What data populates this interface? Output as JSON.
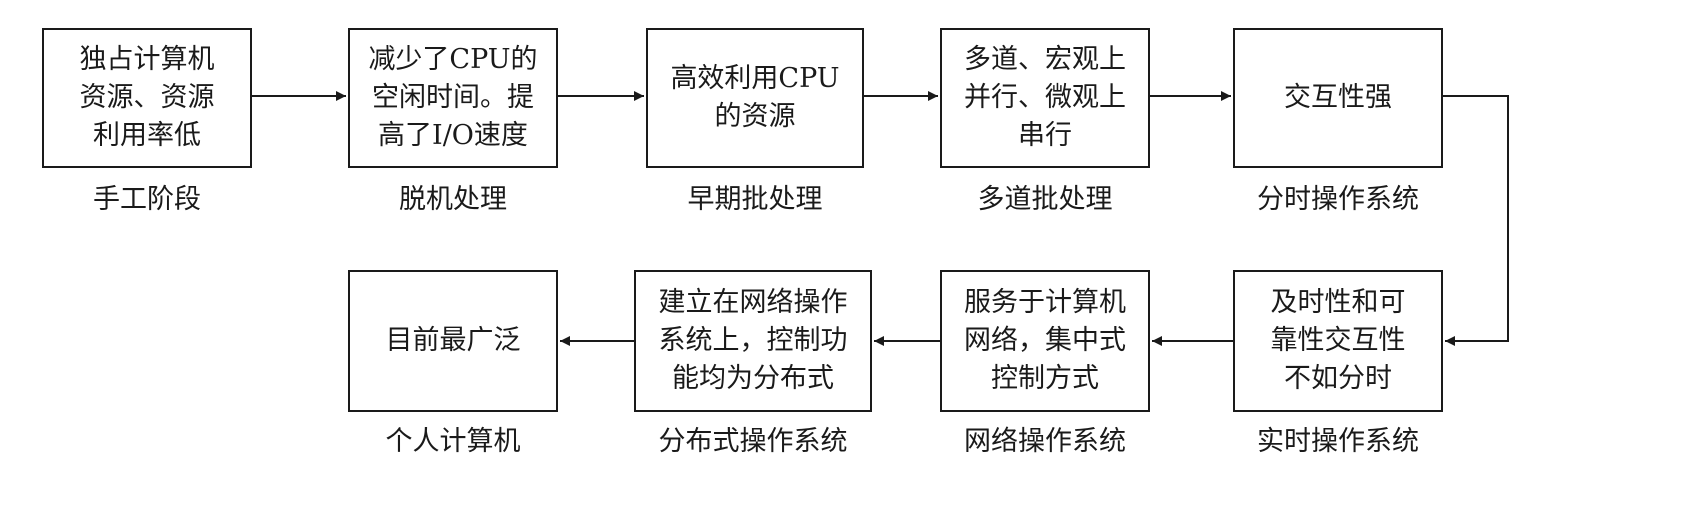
{
  "stages": [
    {
      "box_text": "独占计算机\n资源、资源\n利用率低",
      "caption": "手工阶段"
    },
    {
      "box_text": "减少了CPU的\n空闲时间。提\n高了I/O速度",
      "caption": "脱机处理"
    },
    {
      "box_text": "高效利用CPU\n的资源",
      "caption": "早期批处理"
    },
    {
      "box_text": "多道、宏观上\n并行、微观上\n串行",
      "caption": "多道批处理"
    },
    {
      "box_text": "交互性强",
      "caption": "分时操作系统"
    },
    {
      "box_text": "及时性和可\n靠性交互性\n不如分时",
      "caption": "实时操作系统"
    },
    {
      "box_text": "服务于计算机\n网络，集中式\n控制方式",
      "caption": "网络操作系统"
    },
    {
      "box_text": "建立在网络操作\n系统上，控制功\n能均为分布式",
      "caption": "分布式操作系统"
    },
    {
      "box_text": "目前最广泛",
      "caption": "个人计算机"
    }
  ],
  "flow_order": [
    0,
    1,
    2,
    3,
    4,
    5,
    6,
    7,
    8
  ],
  "colors": {
    "line": "#1a1a1a",
    "box_fill": "#ffffff"
  }
}
